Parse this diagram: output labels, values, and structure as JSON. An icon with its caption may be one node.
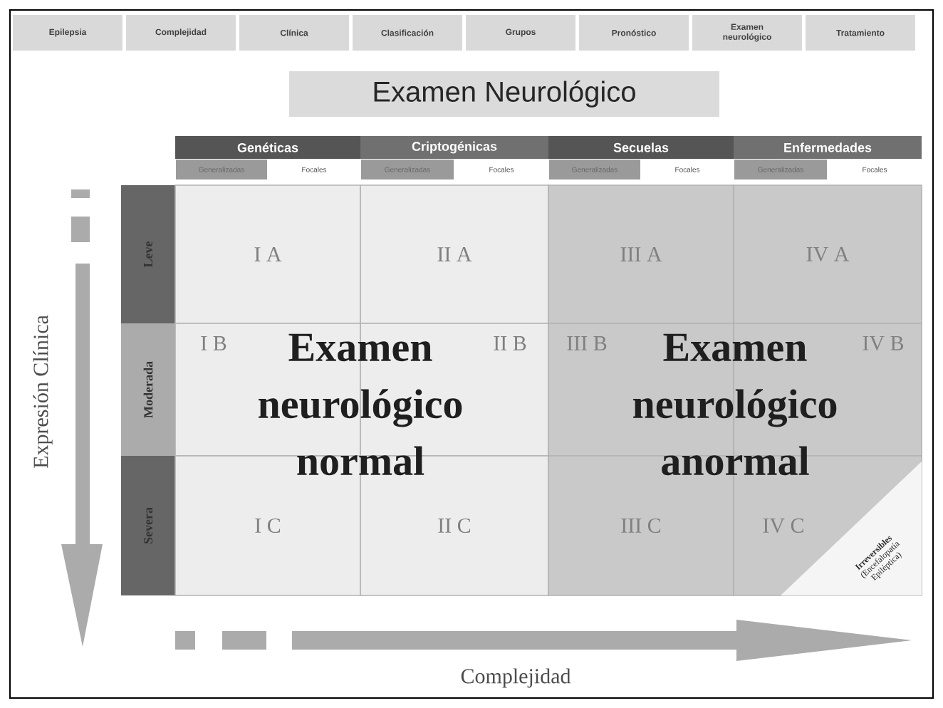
{
  "diagram": {
    "nodes": [
      {
        "text": [
          "Epilepsia"
        ]
      },
      {
        "text": [
          "Complejidad"
        ]
      },
      {
        "text": [
          "Clínica"
        ]
      },
      {
        "text": [
          "Clasificación"
        ]
      },
      {
        "text": [
          "Grupos"
        ]
      },
      {
        "text": [
          "Pronóstico"
        ]
      },
      {
        "text": [
          "Examen neurológico"
        ]
      },
      {
        "text": [
          "Tratamiento"
        ]
      },
      {
        "text": [
          "Examen Neurológico"
        ]
      },
      {
        "text": [
          "Genéticas"
        ]
      },
      {
        "text": [
          "Criptogénicas"
        ]
      },
      {
        "text": [
          "Secuelas"
        ]
      },
      {
        "text": [
          "Enfermedades"
        ]
      },
      {
        "text": [
          "Generalizadas"
        ]
      },
      {
        "text": [
          "Focales"
        ]
      },
      {
        "text": [
          "Generalizadas"
        ]
      },
      {
        "text": [
          "Focales"
        ]
      },
      {
        "text": [
          "Generalizadas"
        ]
      },
      {
        "text": [
          "Focales"
        ]
      },
      {
        "text": [
          "Generalizadas"
        ]
      },
      {
        "text": [
          "Focales"
        ]
      },
      {
        "text": [
          "Leve"
        ]
      },
      {
        "text": [
          "Moderada"
        ]
      },
      {
        "text": [
          "Severa"
        ]
      },
      {
        "text": [
          "I A"
        ]
      },
      {
        "text": [
          "II A"
        ]
      },
      {
        "text": [
          "III A"
        ]
      },
      {
        "text": [
          "IV A"
        ]
      },
      {
        "text": [
          "I B"
        ]
      },
      {
        "text": [
          "II B"
        ]
      },
      {
        "text": [
          "III B"
        ]
      },
      {
        "text": [
          "IV B"
        ]
      },
      {
        "text": [
          "I C"
        ]
      },
      {
        "text": [
          "II C"
        ]
      },
      {
        "text": [
          "III C"
        ]
      },
      {
        "text": [
          "IV C"
        ]
      },
      {
        "text": [
          "Irreversibles",
          "(Encefalopatía Epiléptica)"
        ],
        "in": 35
      }
    ],
    "labels": [
      "Examen neurológico normal",
      "Examen neurológico anormal",
      "Expresión Clínica",
      "Complejidad"
    ]
  }
}
